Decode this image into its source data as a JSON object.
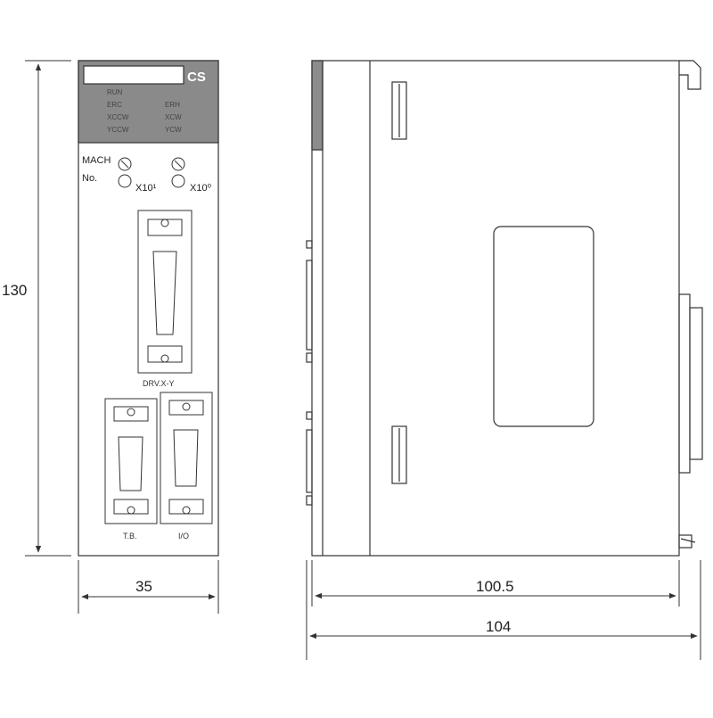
{
  "dimensions": {
    "height": "130",
    "width": "35",
    "depth_inner": "100.5",
    "depth_outer": "104"
  },
  "front_panel": {
    "series_label": "CS",
    "leds_left": [
      "RUN",
      "ERC",
      "XCCW",
      "YCCW"
    ],
    "leds_right": [
      "ERH",
      "XCW",
      "YCW"
    ],
    "mach_label_line1": "MACH",
    "mach_label_line2": "No.",
    "switch1_label": "X10¹",
    "switch2_label": "X10⁰",
    "connector_main_label": "DRV.X-Y",
    "connector_tb_label": "T.B.",
    "connector_io_label": "I/O"
  },
  "colors": {
    "line": "#333333",
    "panel_header": "#8a8a8a",
    "side_strip": "#8c8c8c"
  }
}
